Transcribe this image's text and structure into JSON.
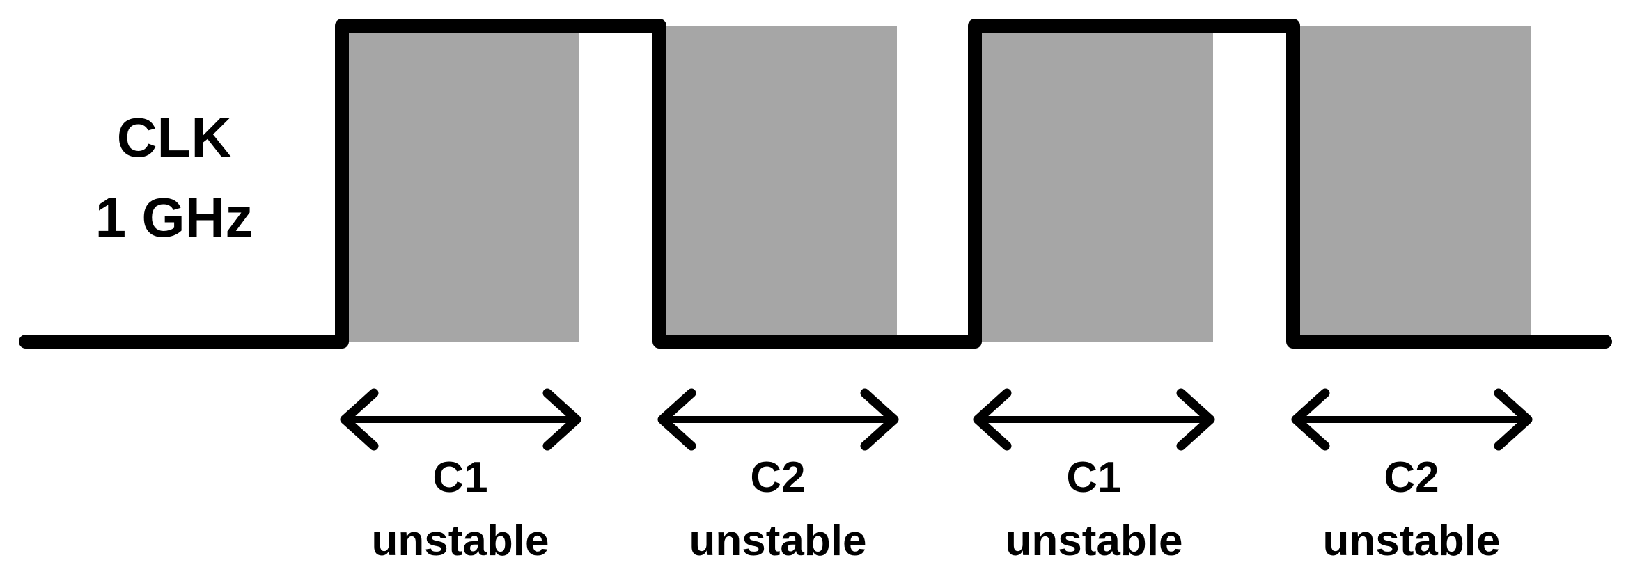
{
  "signal": {
    "name": "CLK",
    "frequency": "1 GHz"
  },
  "colors": {
    "line": "#000000",
    "shade": "#a6a6a6",
    "background": "#ffffff"
  },
  "regions": [
    {
      "phase_label": "C1",
      "state_label": "unstable"
    },
    {
      "phase_label": "C2",
      "state_label": "unstable"
    },
    {
      "phase_label": "C1",
      "state_label": "unstable"
    },
    {
      "phase_label": "C2",
      "state_label": "unstable"
    }
  ]
}
